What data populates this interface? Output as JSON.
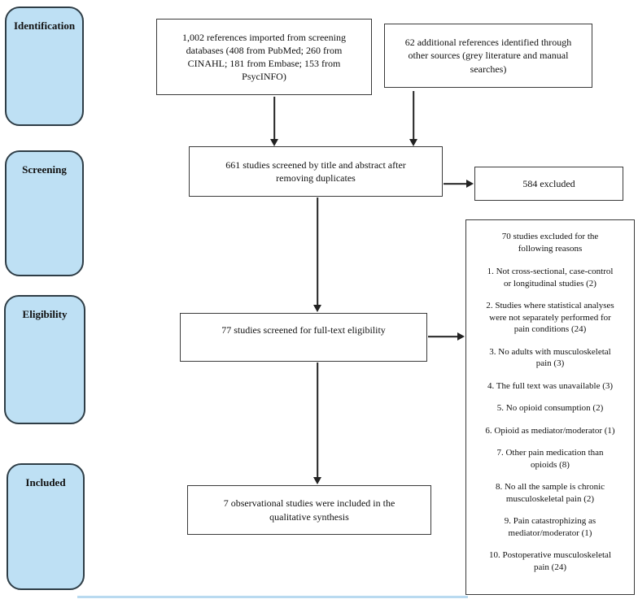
{
  "diagram": {
    "stages": [
      {
        "label": "Identification"
      },
      {
        "label": "Screening"
      },
      {
        "label": "Eligibility"
      },
      {
        "label": "Included"
      }
    ],
    "boxes": {
      "imported": "1,002 references imported from screening\ndatabases (408 from PubMed; 260 from\nCINAHL; 181 from Embase; 153 from\nPsycINFO)",
      "additional": "62 additional references identified through\nother sources (grey literature and manual\nsearches)",
      "screened": "661 studies screened by title and abstract after\nremoving duplicates",
      "excluded_screening": "584 excluded",
      "fulltext_eligibility": "77 studies screened for full-text eligibility",
      "included": "7 observational studies were included in the\nqualitative synthesis",
      "exclusion_title": "70 studies excluded for the\nfollowing reasons",
      "exclusion_reasons": [
        "1. Not cross-sectional, case-control\nor longitudinal studies (2)",
        "2. Studies where statistical analyses\nwere not separately performed for\npain conditions (24)",
        "3. No adults with musculoskeletal\npain (3)",
        "4. The full text was unavailable (3)",
        "5. No opioid consumption (2)",
        "6. Opioid as mediator/moderator (1)",
        "7. Other pain medication than\nopioids (8)",
        "8. No all the sample is chronic\nmusculoskeletal pain (2)",
        "9. Pain catastrophizing as\nmediator/moderator (1)",
        "10. Postoperative musculoskeletal\npain (24)"
      ]
    },
    "colors": {
      "stage_fill": "#BEE0F4",
      "stage_border": "#2E3D46",
      "box_border": "#3A3A3A",
      "arrow": "#222222"
    }
  }
}
